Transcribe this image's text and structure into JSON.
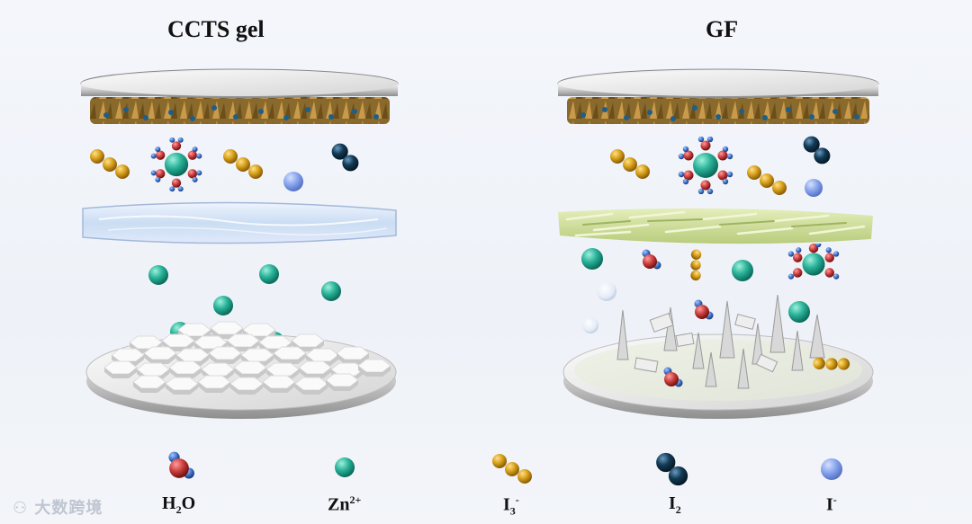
{
  "panels": {
    "left": {
      "title": "CCTS gel"
    },
    "right": {
      "title": "GF"
    }
  },
  "legend": [
    {
      "key": "h2o",
      "base": "H",
      "sub": "2",
      "tail": "O",
      "sup": ""
    },
    {
      "key": "zn",
      "base": "Zn",
      "sub": "",
      "tail": "",
      "sup": "2+"
    },
    {
      "key": "i3",
      "base": "I",
      "sub": "3",
      "tail": "",
      "sup": "-"
    },
    {
      "key": "i2",
      "base": "I",
      "sub": "2",
      "tail": "",
      "sup": ""
    },
    {
      "key": "iminus",
      "base": "I",
      "sub": "",
      "tail": "",
      "sup": "-"
    }
  ],
  "watermark": {
    "text": "大数跨境",
    "icon": "logo-icon"
  },
  "colors": {
    "zinc_ion": "#2bb39a",
    "iodine": "#d9a21c",
    "iodine_molecule": "#123a55",
    "iodide": "#7f9de8",
    "oxygen": "#c83a3a",
    "hydrogen": "#3a6fc4",
    "gel": "#cfe0f5",
    "fiber": "#cfe09a",
    "cathode": "#8a6a2c"
  }
}
